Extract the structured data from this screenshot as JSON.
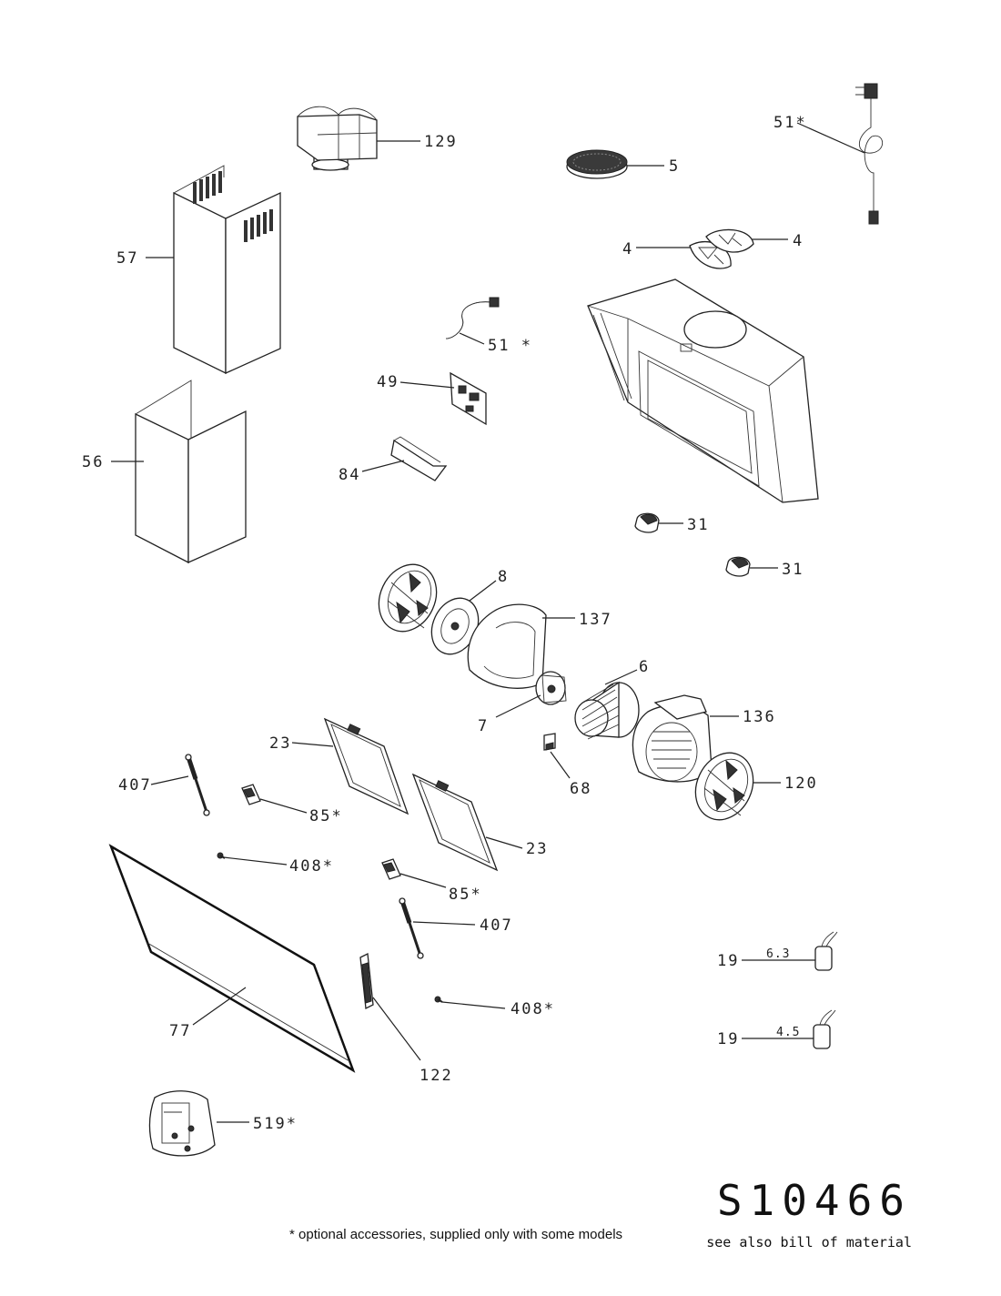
{
  "labels": {
    "l129": "129",
    "l5": "5",
    "l51a": "51*",
    "l57": "57",
    "l4a": "4",
    "l4b": "4",
    "l51b": "51 *",
    "l49": "49",
    "l56": "56",
    "l84": "84",
    "l31a": "31",
    "l31b": "31",
    "l8": "8",
    "l137": "137",
    "l6": "6",
    "l7": "7",
    "l136": "136",
    "l23a": "23",
    "l407a": "407",
    "l68": "68",
    "l120": "120",
    "l85a": "85*",
    "l23b": "23",
    "l408a": "408*",
    "l85b": "85*",
    "l407b": "407",
    "l19a": "19",
    "l19a_val": "6.3",
    "l19b": "19",
    "l19b_val": "4.5",
    "l408b": "408*",
    "l77": "77",
    "l122": "122",
    "l519": "519*"
  },
  "doc": {
    "code": "S10466",
    "subtitle": "see also bill of material",
    "footnote": "* optional accessories, supplied only with some models"
  }
}
